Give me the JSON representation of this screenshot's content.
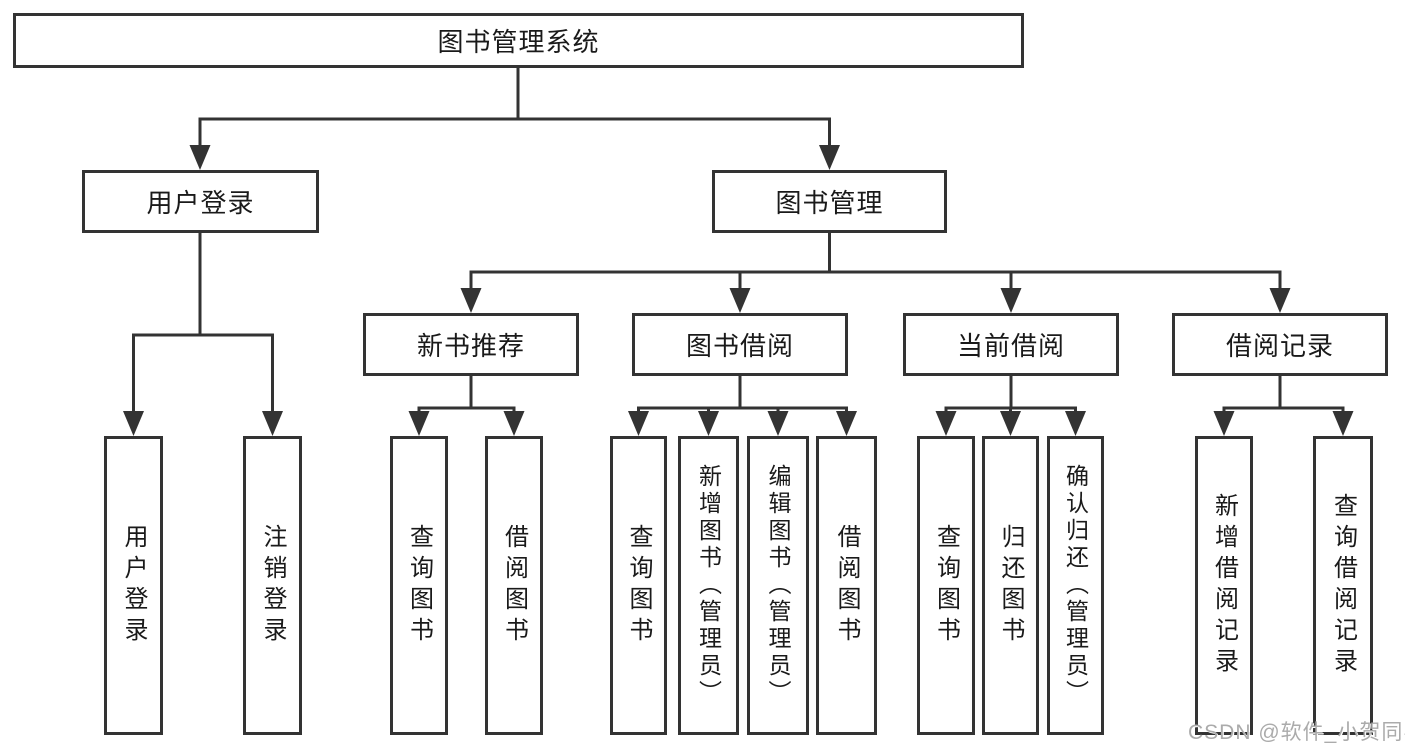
{
  "tree": {
    "root": {
      "label": "图书管理系统"
    },
    "branches": [
      {
        "label": "用户登录",
        "children": [
          {
            "label": "用户登录"
          },
          {
            "label": "注销登录"
          }
        ]
      },
      {
        "label": "图书管理",
        "children": [
          {
            "label": "新书推荐",
            "children": [
              {
                "label": "查询图书"
              },
              {
                "label": "借阅图书"
              }
            ]
          },
          {
            "label": "图书借阅",
            "children": [
              {
                "label": "查询图书"
              },
              {
                "label": "新增图书（管理员）"
              },
              {
                "label": "编辑图书（管理员）"
              },
              {
                "label": "借阅图书"
              }
            ]
          },
          {
            "label": "当前借阅",
            "children": [
              {
                "label": "查询图书"
              },
              {
                "label": "归还图书"
              },
              {
                "label": "确认归还（管理员）"
              }
            ]
          },
          {
            "label": "借阅记录",
            "children": [
              {
                "label": "新增借阅记录"
              },
              {
                "label": "查询借阅记录"
              }
            ]
          }
        ]
      }
    ]
  },
  "watermark": {
    "text": "CSDN @软件_小贺同学"
  },
  "colors": {
    "line": "#333333",
    "text": "#1a1a1a",
    "bg": "#ffffff",
    "watermark": "#ababab"
  }
}
